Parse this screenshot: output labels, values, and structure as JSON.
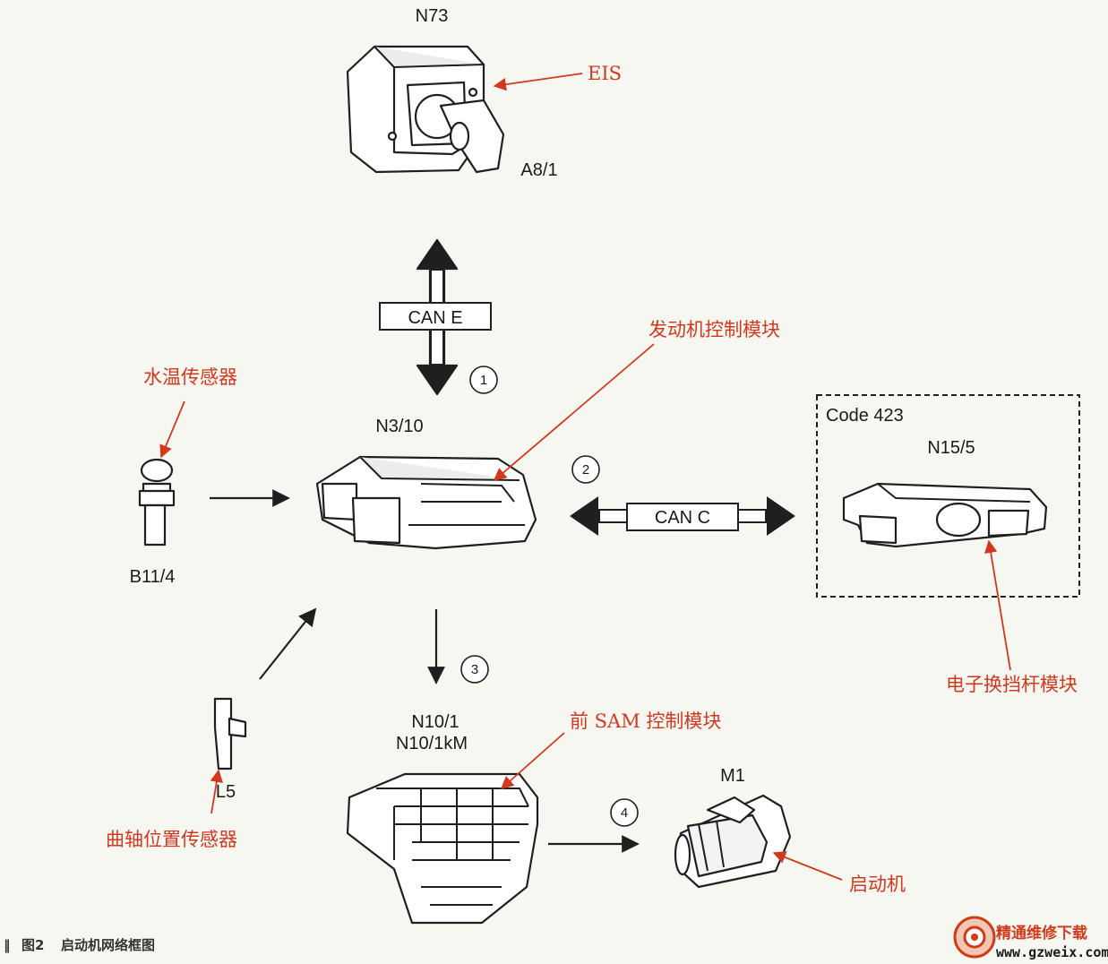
{
  "components": {
    "n73": "N73",
    "a8_1": "A8/1",
    "n3_10": "N3/10",
    "b11_4": "B11/4",
    "l5": "L5",
    "n10_1": "N10/1",
    "n10_1km": "N10/1kM",
    "m1": "M1",
    "n15_5": "N15/5",
    "code": "Code 423"
  },
  "buses": {
    "can_e": "CAN E",
    "can_c": "CAN C"
  },
  "steps": [
    "1",
    "2",
    "3",
    "4"
  ],
  "annotations": {
    "eis": "EIS",
    "engine_module": "发动机控制模块",
    "water_temp": "水温传感器",
    "crank_sensor": "曲轴位置传感器",
    "sam_module": "前 SAM 控制模块",
    "shift_module": "电子换挡杆模块",
    "starter": "启动机"
  },
  "caption": {
    "marker": "‖",
    "figure": "图2",
    "title": "启动机网络框图"
  },
  "watermark": {
    "name": "精通维修下载",
    "url": "www.gzweix.com"
  },
  "colors": {
    "annotation": "#d2381e",
    "line": "#1f1f1f",
    "background": "#f7f7f2"
  }
}
